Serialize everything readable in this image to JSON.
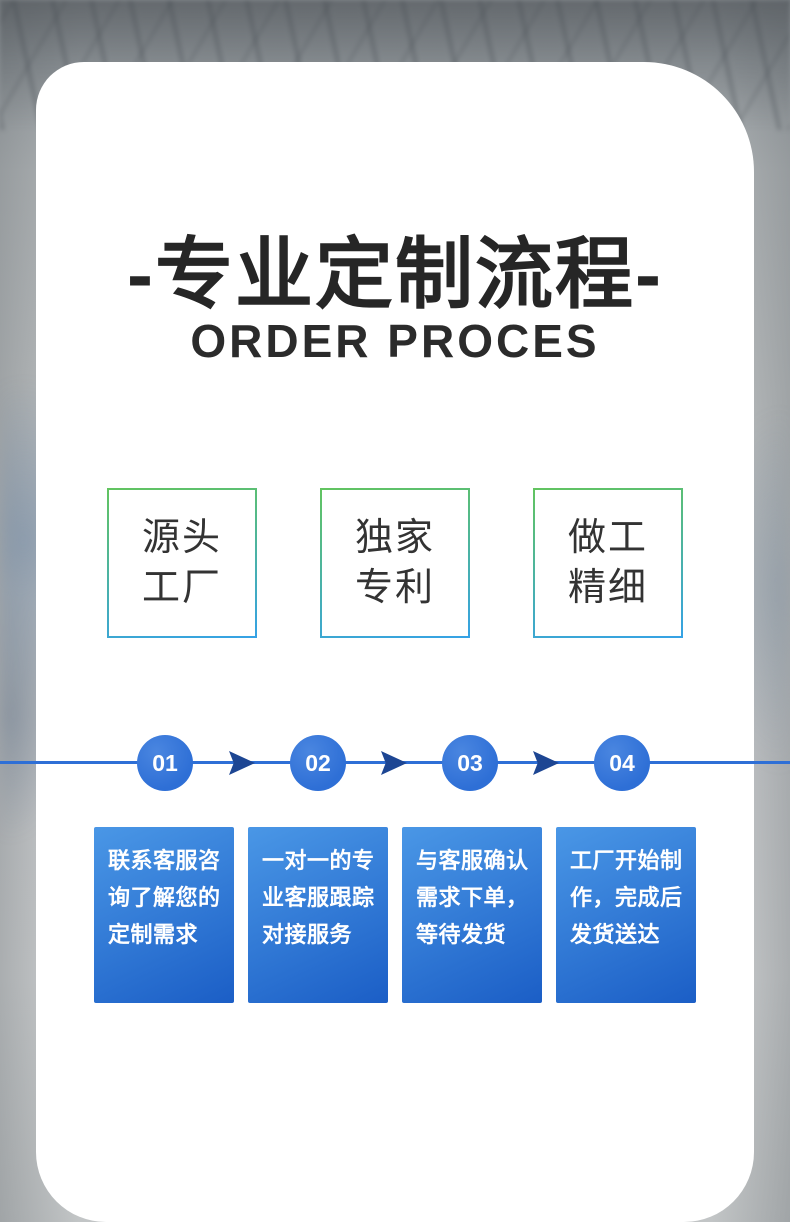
{
  "header": {
    "title": "-专业定制流程-",
    "subtitle": "ORDER PROCES"
  },
  "features": [
    {
      "line1": "源头",
      "line2": "工厂"
    },
    {
      "line1": "独家",
      "line2": "专利"
    },
    {
      "line1": "做工",
      "line2": "精细"
    }
  ],
  "steps": [
    {
      "number": "01",
      "text": "联系客服咨询了解您的定制需求"
    },
    {
      "number": "02",
      "text": "一对一的专业客服跟踪对接服务"
    },
    {
      "number": "03",
      "text": "与客服确认需求下单，等待发货"
    },
    {
      "number": "04",
      "text": "工厂开始制作，完成后发货送达"
    }
  ],
  "colors": {
    "timeline_blue": "#2e6fd6",
    "arrow_blue": "#1d4693",
    "step_card_top": "#4a97e6",
    "step_card_bottom": "#1b5ec6",
    "feature_border_green": "#62c45f",
    "feature_border_blue": "#35a2e6"
  }
}
